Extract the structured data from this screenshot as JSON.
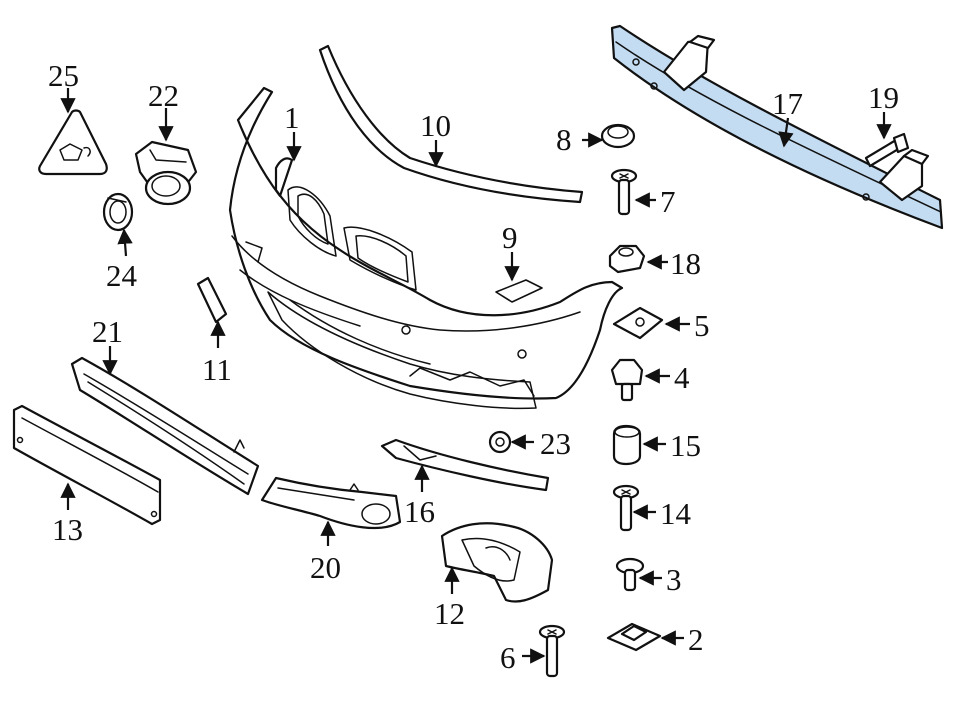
{
  "diagram": {
    "highlight_color": "#c3dcf2",
    "highlighted_part": "17",
    "callouts": {
      "c1": "1",
      "c2": "2",
      "c3": "3",
      "c4": "4",
      "c5": "5",
      "c6": "6",
      "c7": "7",
      "c8": "8",
      "c9": "9",
      "c10": "10",
      "c11": "11",
      "c12": "12",
      "c13": "13",
      "c14": "14",
      "c15": "15",
      "c16": "16",
      "c17": "17",
      "c18": "18",
      "c19": "19",
      "c20": "20",
      "c21": "21",
      "c22": "22",
      "c23": "23",
      "c24": "24",
      "c25": "25"
    }
  }
}
